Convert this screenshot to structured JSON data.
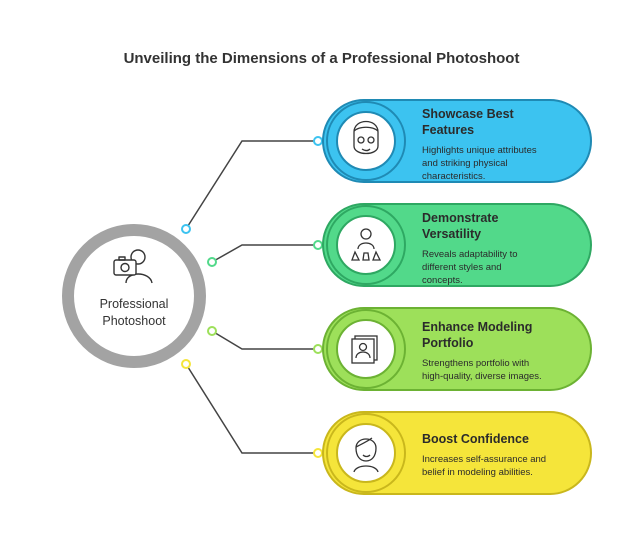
{
  "title": "Unveiling the Dimensions of a Professional Photoshoot",
  "center": {
    "label_line1": "Professional",
    "label_line2": "Photoshoot",
    "icon": "camera-person-icon"
  },
  "items": [
    {
      "title_line1": "Showcase Best",
      "title_line2": "Features",
      "desc_line1": "Highlights unique attributes",
      "desc_line2": "and striking physical",
      "desc_line3": "characteristics.",
      "icon": "face-features-icon",
      "color": "#3cc3f0"
    },
    {
      "title_line1": "Demonstrate",
      "title_line2": "Versatility",
      "desc_line1": "Reveals adaptability to",
      "desc_line2": "different styles and",
      "desc_line3": "concepts.",
      "icon": "versatile-person-icon",
      "color": "#52d98a"
    },
    {
      "title_line1": "Enhance Modeling",
      "title_line2": "Portfolio",
      "desc_line1": "Strengthens portfolio with",
      "desc_line2": "high-quality, diverse images.",
      "desc_line3": "",
      "icon": "portfolio-photo-icon",
      "color": "#9de05a"
    },
    {
      "title_line1": "Boost Confidence",
      "title_line2": "",
      "desc_line1": "Increases self-assurance and",
      "desc_line2": "belief in modeling abilities.",
      "desc_line3": "",
      "icon": "confident-person-icon",
      "color": "#f5e53a"
    }
  ]
}
